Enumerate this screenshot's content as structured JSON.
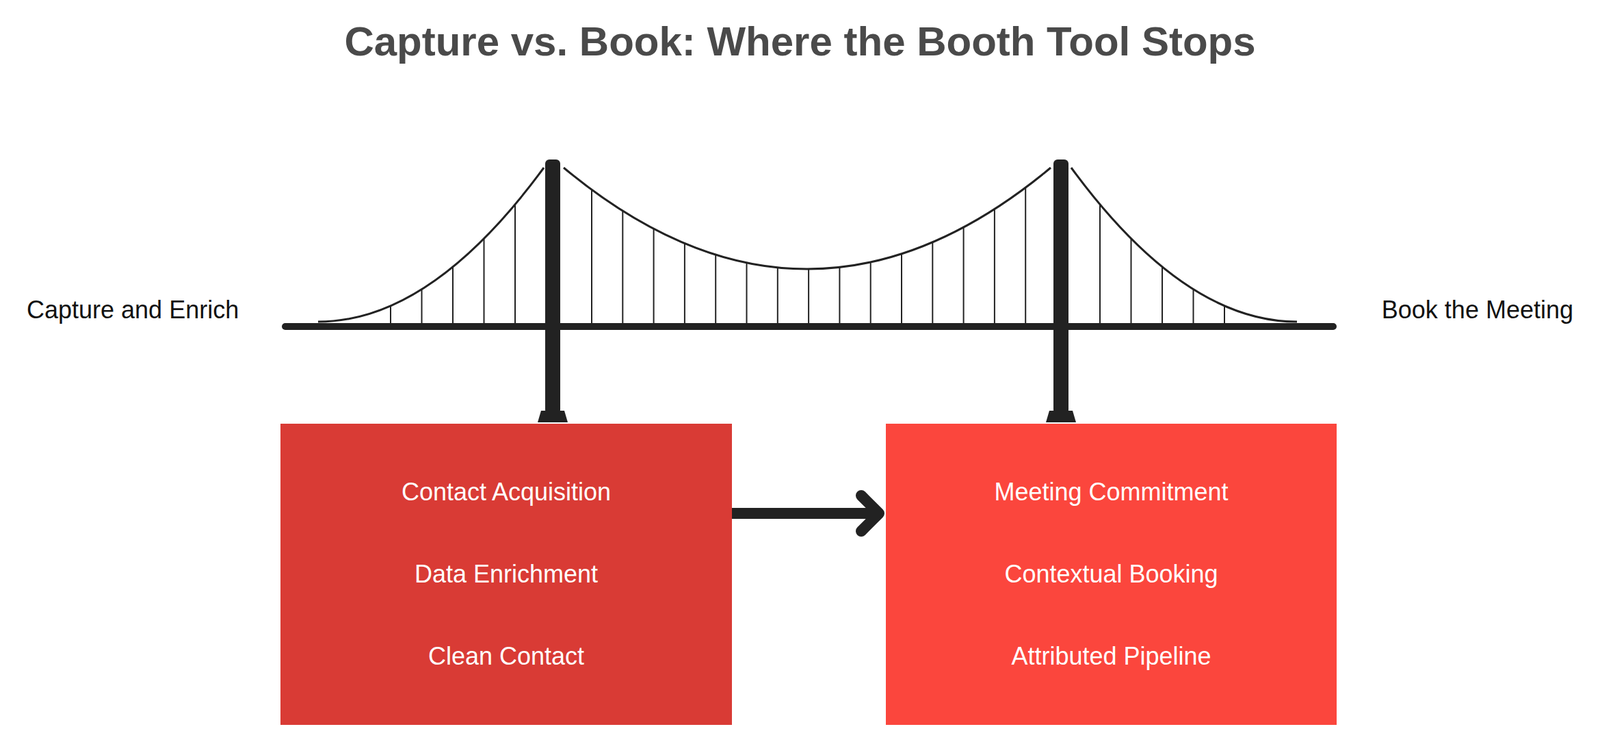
{
  "diagram": {
    "title": "Capture vs. Book: Where the Booth Tool Stops",
    "nodes": [
      {
        "text": [
          "Contact Acquisition",
          "Data Enrichment",
          "Clean Contact"
        ]
      },
      {
        "text": [
          "Meeting Commitment",
          "Contextual Booking",
          "Attributed Pipeline"
        ]
      }
    ],
    "edges": [
      {
        "from": 0,
        "to": 1,
        "arrow": "to"
      }
    ],
    "labels": [
      "Capture and Enrich",
      "Book the Meeting"
    ]
  }
}
